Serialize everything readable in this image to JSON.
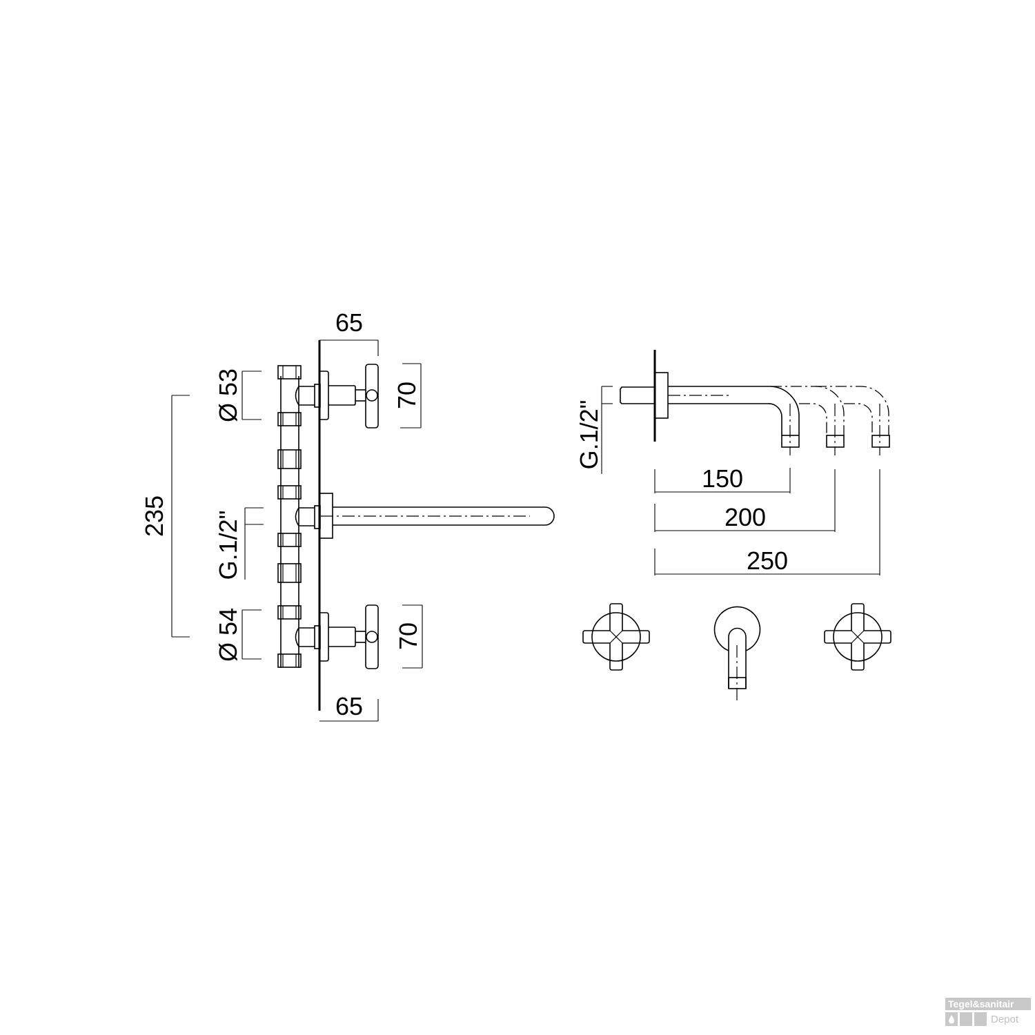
{
  "drawing": {
    "title": "Wall-mounted 3-hole basin tap technical drawing",
    "side_view": {
      "top_projection_label": "65",
      "bottom_projection_label": "65",
      "top_handle_diameter_label": "Ø 53",
      "bottom_handle_diameter_label": "Ø 54",
      "top_handle_height_label": "70",
      "bottom_handle_height_label": "70",
      "center_distance_label": "235",
      "inlet_thread_label": "G.1/2\""
    },
    "spout_view": {
      "thread_label": "G.1/2\"",
      "spout_lengths": [
        {
          "label": "150"
        },
        {
          "label": "200"
        },
        {
          "label": "250"
        }
      ]
    },
    "front_view": {
      "elements": [
        {
          "name": "cross-handle-left"
        },
        {
          "name": "spout-front"
        },
        {
          "name": "cross-handle-right"
        }
      ]
    }
  },
  "watermark": {
    "brand_top": "Tegel&sanitair",
    "brand_bottom": "Depot",
    "icon": "water-drop-icon"
  }
}
